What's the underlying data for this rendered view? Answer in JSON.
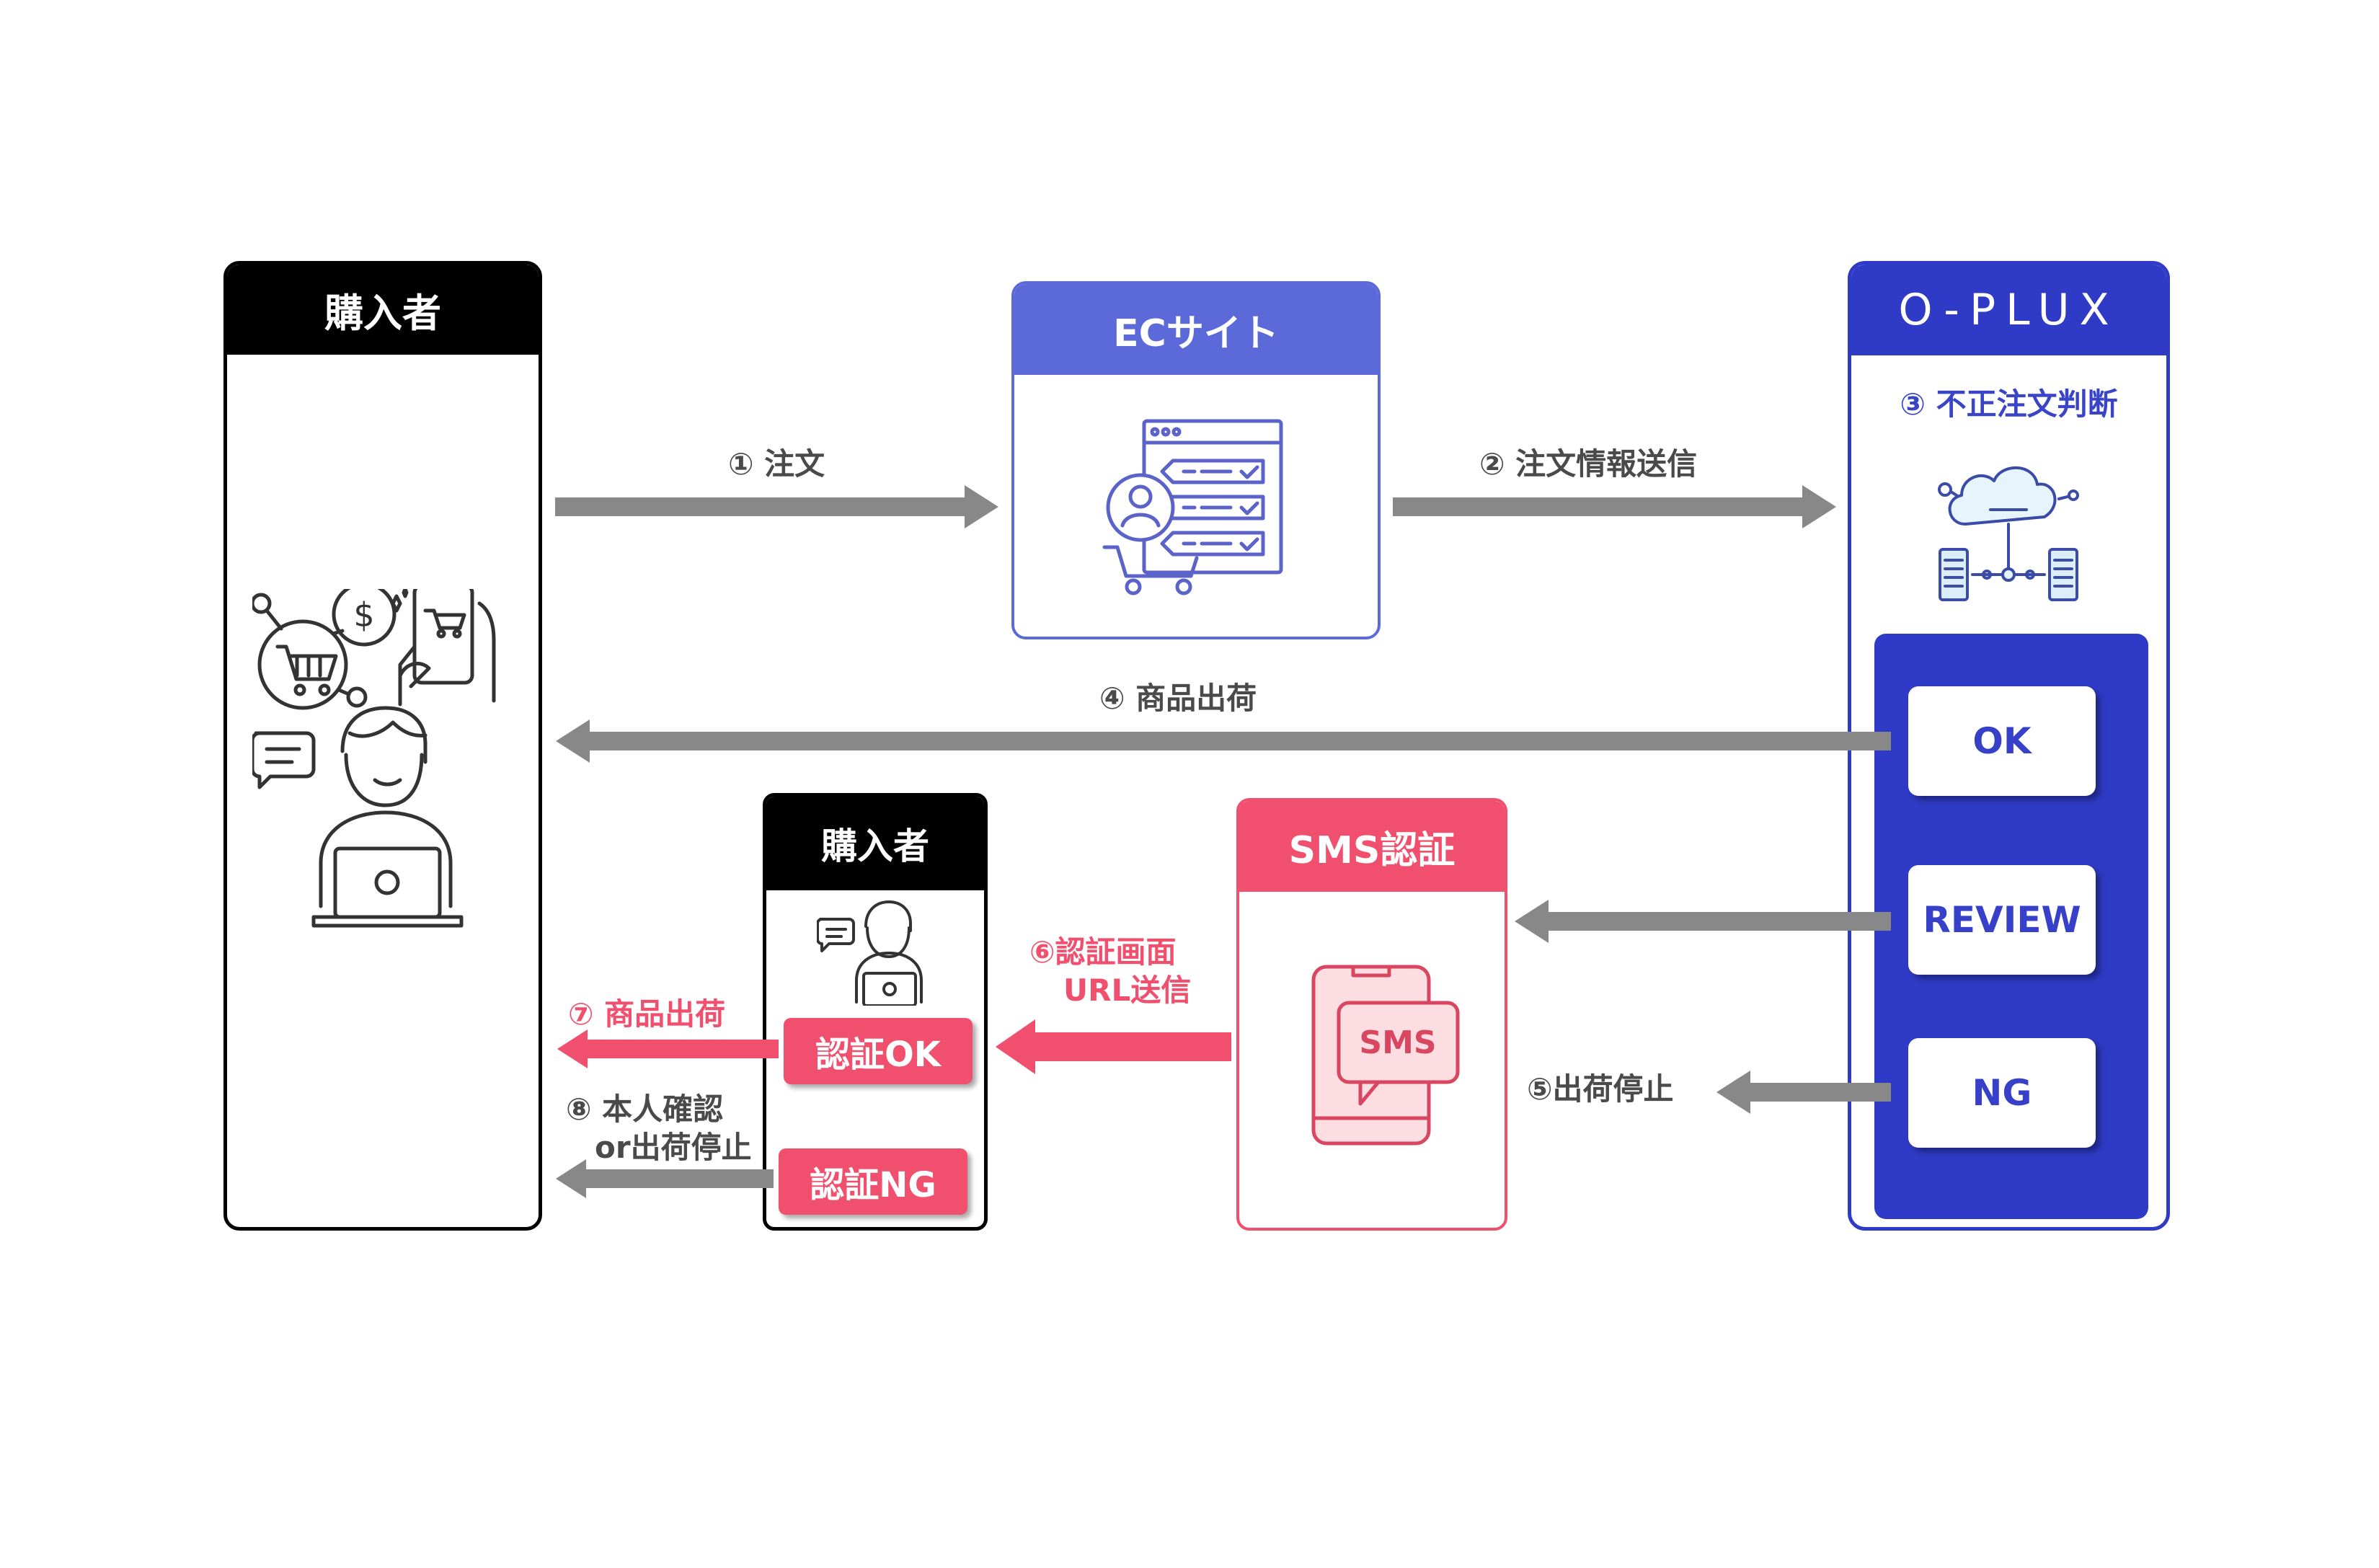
{
  "buyer": {
    "title": "購入者"
  },
  "ec_site": {
    "title": "ECサイト"
  },
  "oplux": {
    "logo": "O-PLUX",
    "judge_label": "③ 不正注文判断",
    "results": {
      "ok": "OK",
      "review": "REVIEW",
      "ng": "NG"
    }
  },
  "sms": {
    "title": "SMS認証",
    "icon_text": "SMS"
  },
  "buyer_small": {
    "title": "購入者",
    "auth_ok": "認証OK",
    "auth_ng": "認証NG"
  },
  "steps": {
    "s1": "① 注文",
    "s2": "② 注文情報送信",
    "s4": "④ 商品出荷",
    "s5": "⑤出荷停止",
    "s6_line1": "⑥認証画面",
    "s6_line2": "URL送信",
    "s7": "⑦ 商品出荷",
    "s8_line1": "⑧ 本人確認",
    "s8_line2": "or出荷停止"
  },
  "colors": {
    "buyer_header": "#000000",
    "ec_header": "#5b6ad8",
    "oplux_blue": "#2f3bc6",
    "sms_pink": "#f0506e",
    "arrow_gray": "#888888"
  }
}
